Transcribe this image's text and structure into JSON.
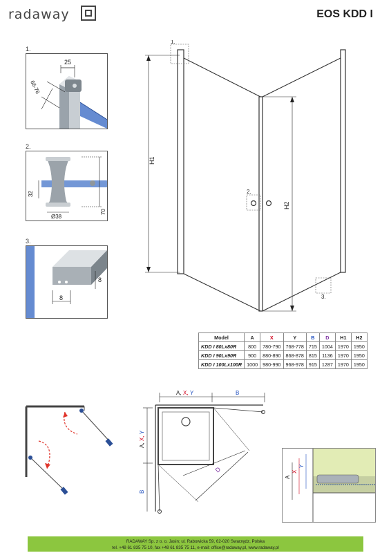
{
  "header": {
    "brand": "radaway",
    "model_title": "EOS KDD I"
  },
  "details": [
    {
      "label": "1.",
      "dim_a": "25",
      "dim_b": "66-76"
    },
    {
      "label": "2.",
      "dim_a": "32",
      "dim_b": "Ø38",
      "dim_c": "70"
    },
    {
      "label": "3.",
      "dim_a": "8",
      "dim_b": "8"
    }
  ],
  "front_view": {
    "callout_1": "1.",
    "callout_2": "2.",
    "callout_3": "3.",
    "h1": "H1",
    "h2": "H2"
  },
  "spec_table": {
    "headers": [
      "Model",
      "A",
      "X",
      "Y",
      "B",
      "D",
      "H1",
      "H2"
    ],
    "header_colors": [
      "#222222",
      "#222222",
      "#d0021b",
      "#222222",
      "#1f4fbf",
      "#7b2fa0",
      "#222222",
      "#222222"
    ],
    "rows": [
      [
        "KDD I 80Lx80R",
        "800",
        "780-790",
        "768-778",
        "715",
        "1004",
        "1970",
        "1950"
      ],
      [
        "KDD I 90Lx90R",
        "900",
        "880-890",
        "868-878",
        "815",
        "1136",
        "1970",
        "1950"
      ],
      [
        "KDD I 100Lx100R",
        "1000",
        "980-990",
        "968-978",
        "915",
        "1287",
        "1970",
        "1950"
      ]
    ]
  },
  "plan_view": {
    "top_a": "A,",
    "top_x": " X,",
    "top_y": " Y",
    "top_b": "B",
    "side_a": "A,",
    "side_x": " X,",
    "side_y": " Y",
    "side_b": "B",
    "diag_d": "D"
  },
  "side_view": {
    "a": "A",
    "x": "X",
    "y": "Y"
  },
  "colors": {
    "x_red": "#d0021b",
    "y_blue": "#1f4fbf",
    "d_purple": "#7b2fa0",
    "footer_green": "#8cc63f",
    "tray_green": "#e2ecb5"
  },
  "footer": {
    "line1": "RADAWAY Sp. z o. o. Jasin; ul. Rabowicka 59, 62-020 Swarzędz, Polska",
    "line2": "tel. +48 61 835 75 10, fax +48 61 835 75 11, e-mail: office@radaway.pl, www.radaway.pl"
  }
}
